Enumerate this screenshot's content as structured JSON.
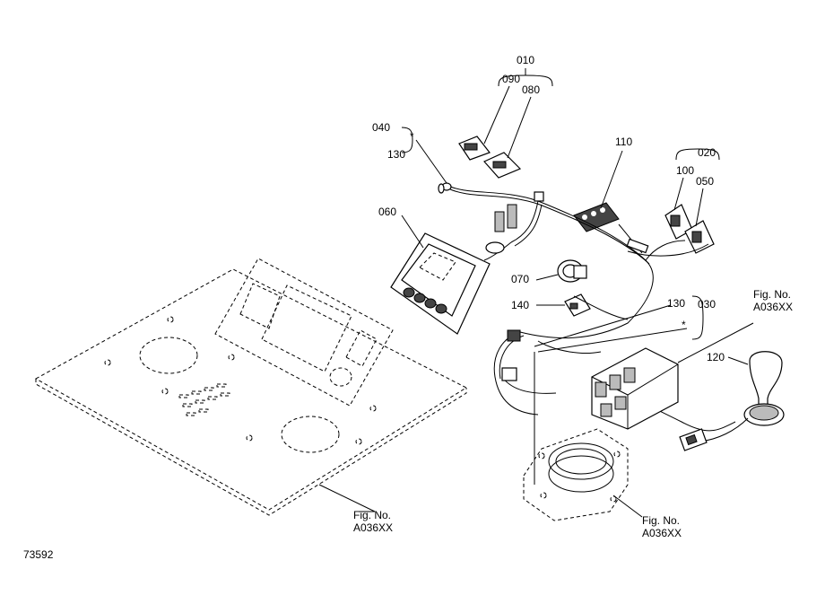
{
  "diagram": {
    "labels": {
      "l010": "010",
      "l090": "090",
      "l080": "080",
      "l040": "040",
      "l130a": "130",
      "star1": "*",
      "l110": "110",
      "l020": "020",
      "l100": "100",
      "l050": "050",
      "l060": "060",
      "l070": "070",
      "l140": "140",
      "l130b": "130",
      "l030": "030",
      "star2": "*",
      "l120": "120",
      "fig1a": "Fig. No.",
      "fig1b": "A036XX",
      "fig2a": "Fig. No.",
      "fig2b": "A036XX",
      "fig3a": "Fig. No.",
      "fig3b": "A036XX",
      "drawing_no": "73592"
    }
  }
}
